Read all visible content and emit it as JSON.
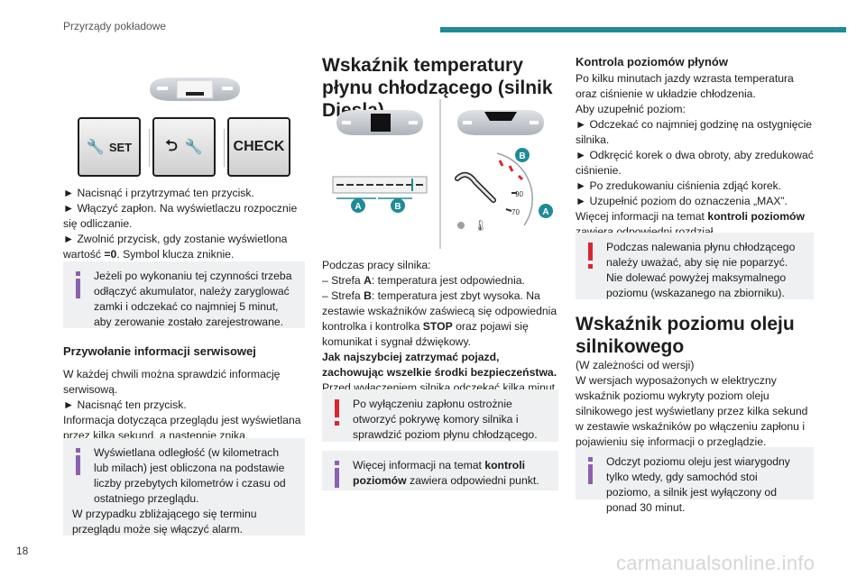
{
  "header": {
    "title": "Przyrządy pokładowe"
  },
  "page_number": "18",
  "watermark": "carmanualsonline.info",
  "colors": {
    "accent": "#1f8b98",
    "note_bg": "#eef0f1",
    "warning": "#d9262f",
    "info": "#8d5fb1"
  },
  "col1": {
    "buttons": {
      "set_label": "SET",
      "check_label": "CHECK"
    },
    "steps": [
      "► Nacisnąć i przytrzymać ten przycisk.",
      "► Włączyć zapłon. Na wyświetlaczu rozpocznie się odliczanie.",
      "► Zwolnić przycisk, gdy zostanie wyświetlona wartość",
      "=0",
      ". Symbol klucza zniknie."
    ],
    "note1": "Jeżeli po wykonaniu tej czynności trzeba odłączyć akumulator, należy zaryglować zamki i odczekać co najmniej 5 minut, aby zerowanie zostało zarejestrowane.",
    "heading": "Przywołanie informacji serwisowej",
    "para": [
      "W każdej chwili można sprawdzić informację serwisową.",
      "► Nacisnąć ten przycisk.",
      "Informacja dotycząca przeglądu jest wyświetlana przez kilka sekund, a następnie znika."
    ],
    "note2": [
      "Wyświetlana odległość (w kilometrach lub milach) jest obliczona na podstawie liczby przebytych kilometrów i czasu od ostatniego przeglądu.",
      "W przypadku zbliżającego się terminu przeglądu może się włączyć alarm."
    ]
  },
  "col2": {
    "title": "Wskaźnik temperatury płynu chłodzącego (silnik Diesla)",
    "gauge_labels": {
      "a": "A",
      "b": "B",
      "g90": "90",
      "g70": "70"
    },
    "para": [
      "Podczas pracy silnika:",
      "– Strefa",
      "A",
      ": temperatura jest odpowiednia.",
      "– Strefa",
      "B",
      ": temperatura jest zbyt wysoka. Na zestawie wskaźników zaświecą się odpowiednia kontrolka i kontrolka",
      "STOP",
      "oraz pojawi się komunikat i sygnał dźwiękowy.",
      "Jak najszybciej zatrzymać pojazd, zachowując wszelkie środki bezpieczeństwa.",
      "Przed wyłączeniem silnika odczekać kilka minut."
    ],
    "warn": "Po wyłączeniu zapłonu ostrożnie otworzyć pokrywę komory silnika i sprawdzić poziom płynu chłodzącego.",
    "info_pre": "Więcej informacji na temat",
    "info_bold": "kontroli poziomów",
    "info_post": "zawiera odpowiedni punkt."
  },
  "col3": {
    "heading": "Kontrola poziomów płynów",
    "para": [
      "Po kilku minutach jazdy wzrasta temperatura oraz ciśnienie w układzie chłodzenia.",
      "Aby uzupełnić poziom:",
      "► Odczekać co najmniej godzinę na ostygnięcie silnika.",
      "► Odkręcić korek o dwa obroty, aby zredukować ciśnienie.",
      "► Po zredukowaniu ciśnienia zdjąć korek.",
      "► Uzupełnić poziom do oznaczenia „MAX”.",
      "Więcej informacji na temat",
      "kontroli poziomów",
      "zawiera odpowiedni rozdział."
    ],
    "warn": "Podczas nalewania płynu chłodzącego należy uważać, aby się nie poparzyć. Nie dolewać powyżej maksymalnego poziomu (wskazanego na zbiorniku).",
    "title2": "Wskaźnik poziomu oleju silnikowego",
    "para2": [
      "(W zależności od wersji)",
      "W wersjach wyposażonych w elektryczny wskaźnik poziomu wykryty poziom oleju silnikowego jest wyświetlany przez kilka sekund w zestawie wskaźników po włączeniu zapłonu i pojawieniu się informacji o przeglądzie."
    ],
    "info": "Odczyt poziomu oleju jest wiarygodny tylko wtedy, gdy samochód stoi poziomo, a silnik jest wyłączony od ponad 30 minut."
  }
}
